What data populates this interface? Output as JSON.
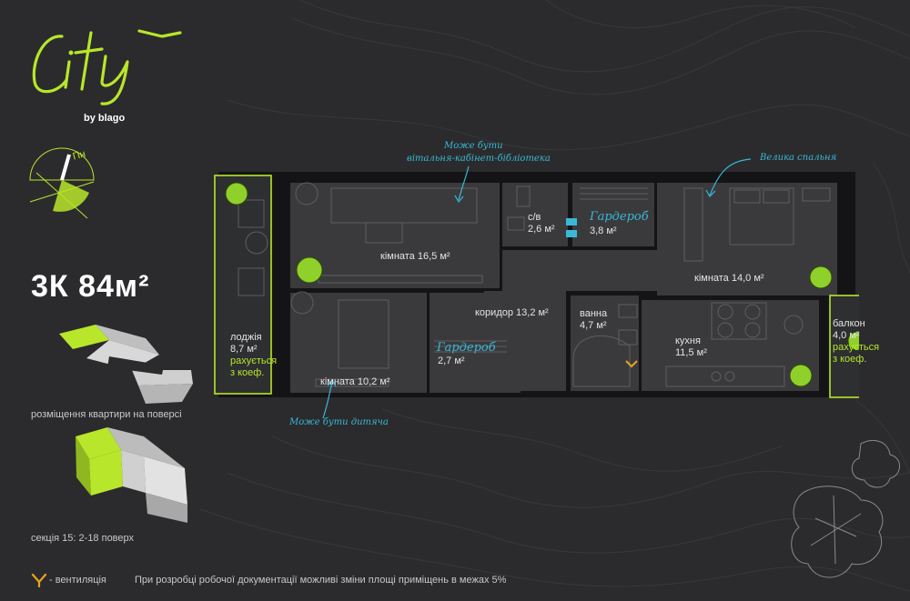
{
  "brand": {
    "logo_text": "City",
    "sub": "by blago"
  },
  "compass": {
    "label": "Пн"
  },
  "apartment": {
    "title": "3К 84м²"
  },
  "floor_caption": "розміщення квартири на поверсі",
  "section_caption": "секція 15: 2-18 поверх",
  "footer": {
    "ventilation": "- вентиляція",
    "note": "При розробці робочої документації можливі зміни площі приміщень в межах 5%"
  },
  "annotations": {
    "living_room": [
      "Може бути",
      "вітальня-кабінет-бібліотека"
    ],
    "big_bedroom": "Велика спальня",
    "kids": "Може бути дитяча"
  },
  "rooms": {
    "room165": {
      "name": "кімната 16,5 м²"
    },
    "room140": {
      "name": "кімната 14,0 м²"
    },
    "room102": {
      "name": "кімната 10,2 м²"
    },
    "corridor": {
      "name": "коридор 13,2 м²"
    },
    "wc": {
      "name": "с/в",
      "area": "2,6 м²"
    },
    "wardrobe1": {
      "name": "Гардероб",
      "area": "3,8 м²"
    },
    "wardrobe2": {
      "name": "Гардероб",
      "area": "2,7 м²"
    },
    "bath": {
      "name": "ванна",
      "area": "4,7 м²"
    },
    "kitchen": {
      "name": "кухня",
      "area": "11,5 м²"
    },
    "loggia": {
      "name": "лоджія",
      "area": "8,7 м²",
      "note1": "рахується",
      "note2": "з коеф."
    },
    "balcony": {
      "name": "балкон",
      "area": "4,0 м²",
      "note1": "рахується",
      "note2": "з коеф."
    }
  },
  "colors": {
    "accent": "#b8e62a",
    "annotation": "#39b9d6",
    "background": "#2b2b2d",
    "wall": "#141416",
    "floor": "#3a3a3d"
  }
}
